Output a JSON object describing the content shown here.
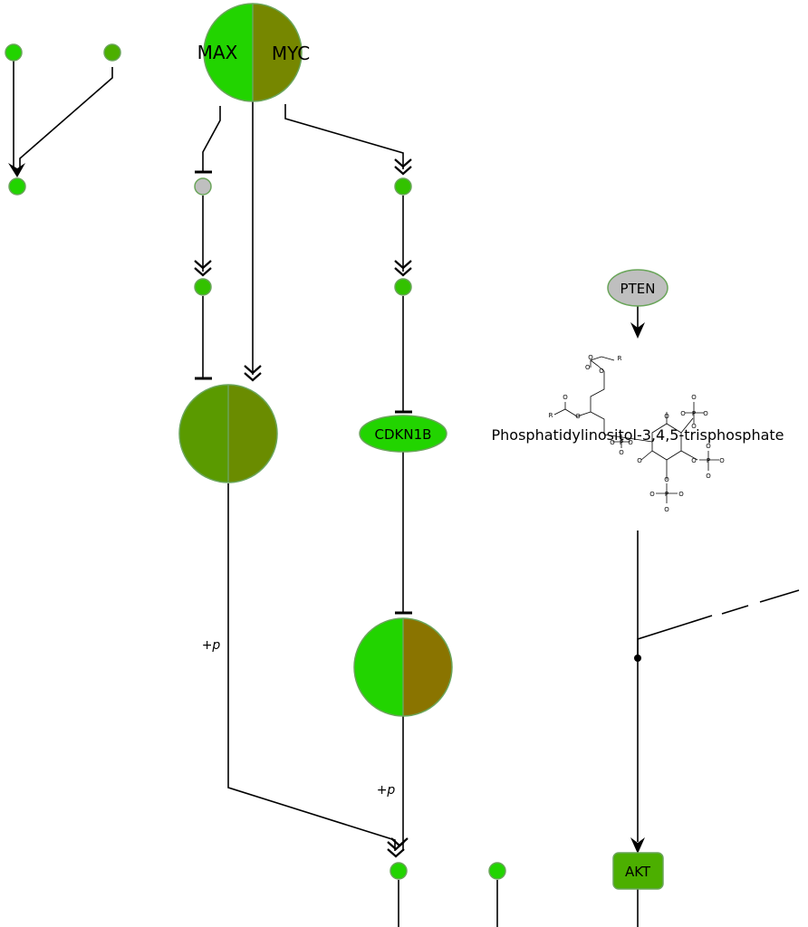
{
  "colors": {
    "bright_green": "#22d400",
    "mid_green": "#5a9a00",
    "olive": "#768700",
    "olive_dark": "#6a8c00",
    "brown_olive": "#8a7400",
    "grey": "#bfbfbf",
    "outline": "#6aa55a"
  },
  "nodes": {
    "max": "MAX",
    "myc": "MYC",
    "cdkn1b": "CDKN1B",
    "pten": "PTEN",
    "pip3": "Phosphatidylinositol-3,4,5-trisphosphate",
    "akt": "AKT"
  },
  "edge_labels": {
    "phospho_left": "+p",
    "phospho_center": "+p"
  },
  "molecule_atoms": {
    "O": "O",
    "P": "P",
    "R": "R"
  }
}
